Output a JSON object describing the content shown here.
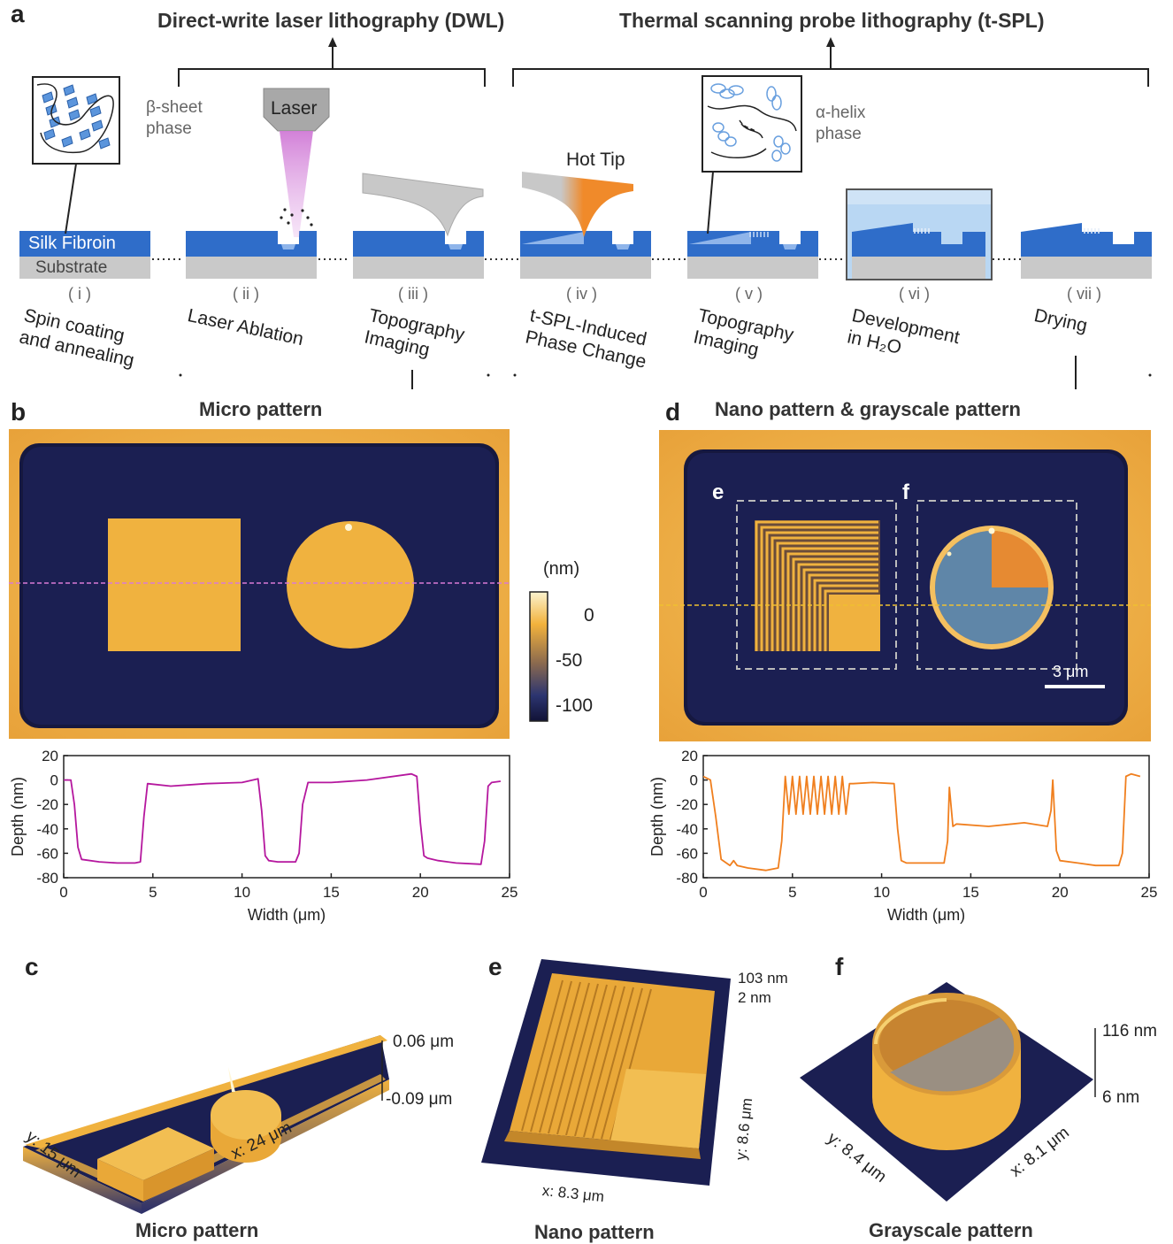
{
  "panel_a": {
    "letter": "a",
    "dwl_title": "Direct-write laser lithography (DWL)",
    "tspl_title": "Thermal scanning probe lithography (t-SPL)",
    "beta_label": "β-sheet\nphase",
    "alpha_label": "α-helix\nphase",
    "laser_label": "Laser",
    "hot_tip_label": "Hot Tip",
    "silk_label": "Silk Fibroin",
    "substrate_label": "Substrate",
    "steps": [
      {
        "num": "( i )",
        "label": "Spin coating\nand annealing"
      },
      {
        "num": "( ii )",
        "label": "Laser Ablation"
      },
      {
        "num": "( iii )",
        "label": "Topography\nImaging"
      },
      {
        "num": "( iv )",
        "label": "t-SPL-Induced\nPhase Change"
      },
      {
        "num": "( v )",
        "label": "Topography\nImaging"
      },
      {
        "num": "( vi )",
        "label": "Development\nin H₂O"
      },
      {
        "num": "( vii )",
        "label": "Drying"
      }
    ]
  },
  "panel_b": {
    "letter": "b",
    "title": "Micro pattern"
  },
  "colorbar": {
    "unit": "(nm)",
    "ticks": [
      "0",
      "-50",
      "-100"
    ]
  },
  "panel_d": {
    "letter": "d",
    "title": "Nano pattern & grayscale pattern",
    "box_e": "e",
    "box_f": "f",
    "scale_bar": "3 μm"
  },
  "chart_data": [
    {
      "type": "line",
      "xlabel": "Width (μm)",
      "ylabel": "Depth (nm)",
      "xlim": [
        0,
        25
      ],
      "ylim": [
        -80,
        20
      ],
      "xticks": [
        "0",
        "5",
        "10",
        "15",
        "20",
        "25"
      ],
      "yticks": [
        "20",
        "0",
        "-20",
        "-40",
        "-60",
        "-80"
      ],
      "color": "#b5179e",
      "x": [
        0,
        0.4,
        0.6,
        0.8,
        1.0,
        2,
        3,
        4.0,
        4.3,
        4.5,
        4.7,
        6,
        8,
        10,
        10.9,
        11.1,
        11.3,
        11.5,
        12,
        13.0,
        13.2,
        13.4,
        13.7,
        15,
        17,
        19.5,
        19.8,
        20.0,
        20.2,
        20.4,
        21,
        22,
        23.4,
        23.6,
        23.8,
        24.0,
        24.5
      ],
      "y": [
        0,
        0,
        -20,
        -55,
        -65,
        -67,
        -68,
        -68,
        -67,
        -30,
        -3,
        -5,
        -3,
        -2,
        1,
        -25,
        -62,
        -66,
        -67,
        -67,
        -60,
        -20,
        -2,
        -2,
        0,
        5,
        3,
        -35,
        -62,
        -64,
        -66,
        -68,
        -69,
        -50,
        -5,
        -2,
        -1
      ]
    },
    {
      "type": "line",
      "xlabel": "Width (μm)",
      "ylabel": "Depth (nm)",
      "xlim": [
        0,
        25
      ],
      "ylim": [
        -80,
        20
      ],
      "xticks": [
        "0",
        "5",
        "10",
        "15",
        "20",
        "25"
      ],
      "yticks": [
        "20",
        "0",
        "-20",
        "-40",
        "-60",
        "-80"
      ],
      "color": "#f07f1e",
      "x": [
        0,
        0.4,
        0.7,
        1.0,
        1.5,
        1.7,
        1.9,
        2.5,
        3.5,
        4.2,
        4.4,
        4.6,
        4.8,
        5.0,
        5.2,
        5.4,
        5.6,
        5.8,
        6.0,
        6.2,
        6.4,
        6.6,
        6.8,
        7.0,
        7.2,
        7.4,
        7.6,
        7.8,
        8.0,
        8.2,
        8.4,
        9.5,
        10.7,
        10.9,
        11.1,
        11.4,
        12.5,
        13.5,
        13.7,
        13.8,
        14.0,
        14.2,
        16,
        18,
        19.3,
        19.5,
        19.6,
        19.8,
        20.0,
        21,
        22,
        23.3,
        23.5,
        23.7,
        24.0,
        24.5
      ],
      "y": [
        3,
        0,
        -30,
        -65,
        -70,
        -66,
        -70,
        -72,
        -74,
        -72,
        -50,
        3,
        -28,
        3,
        -28,
        3,
        -28,
        3,
        -28,
        3,
        -28,
        3,
        -28,
        3,
        -28,
        3,
        -28,
        3,
        -28,
        -3,
        -3,
        -2,
        -3,
        -40,
        -66,
        -68,
        -68,
        -68,
        -50,
        -6,
        -38,
        -36,
        -38,
        -35,
        -38,
        -25,
        0,
        -58,
        -66,
        -68,
        -70,
        -70,
        -60,
        3,
        5,
        3
      ]
    }
  ],
  "panel_c": {
    "letter": "c",
    "top_height": "0.06 μm",
    "bottom_height": "-0.09 μm",
    "x_axis": "x: 24 μm",
    "y_axis": "y: 15 μm",
    "caption": "Micro pattern"
  },
  "panel_e": {
    "letter": "e",
    "top_height": "103 nm",
    "bottom_height": "2 nm",
    "x_axis": "x: 8.3 μm",
    "y_axis": "y: 8.6 μm",
    "caption": "Nano pattern"
  },
  "panel_f": {
    "letter": "f",
    "top_height": "116 nm",
    "bottom_height": "6 nm",
    "x_axis": "x: 8.1 μm",
    "y_axis": "y: 8.4 μm",
    "caption": "Grayscale pattern"
  },
  "colors": {
    "silk": "#2f6dc9",
    "substrate": "#c9c9c9",
    "afm_dark": "#16183f",
    "afm_bright": "#f0b23f",
    "laser": "#d07ad6",
    "hot_tip": "#f08a2a"
  }
}
